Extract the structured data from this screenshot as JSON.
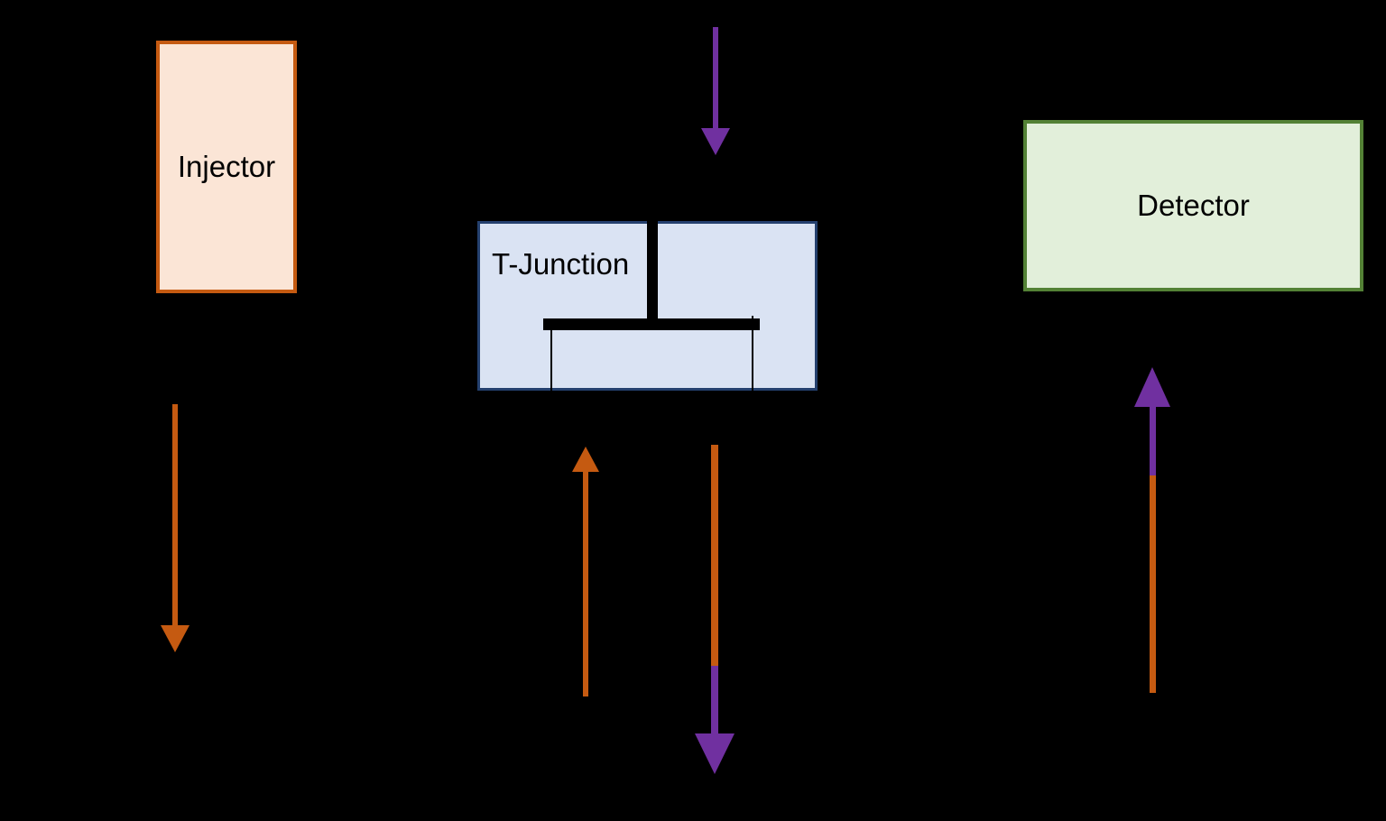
{
  "palette": {
    "background": "#000000",
    "text": "#000000",
    "channel": "#000000",
    "orange": "#C55A11",
    "purple": "#7030A0",
    "injector-fill": "#FBE5D6",
    "injector-border": "#C55A11",
    "junction-fill": "#DAE3F3",
    "junction-border": "#24406E",
    "detector-fill": "#E2EFDA",
    "detector-border": "#538135"
  },
  "diagram": {
    "nodes": {
      "injector": {
        "label": "Injector"
      },
      "t_junction": {
        "label": "T-Junction"
      },
      "detector": {
        "label": "Detector"
      }
    },
    "arrows": [
      {
        "name": "inlet-flow-into-junction",
        "direction": "down",
        "colors": [
          "purple"
        ]
      },
      {
        "name": "injector-outflow",
        "direction": "down",
        "colors": [
          "orange"
        ]
      },
      {
        "name": "flow-up-into-junction",
        "direction": "up",
        "colors": [
          "orange"
        ]
      },
      {
        "name": "junction-outflow",
        "direction": "down",
        "colors": [
          "orange",
          "purple"
        ]
      },
      {
        "name": "flow-up-into-detector",
        "direction": "up",
        "colors": [
          "purple",
          "orange"
        ]
      }
    ]
  }
}
